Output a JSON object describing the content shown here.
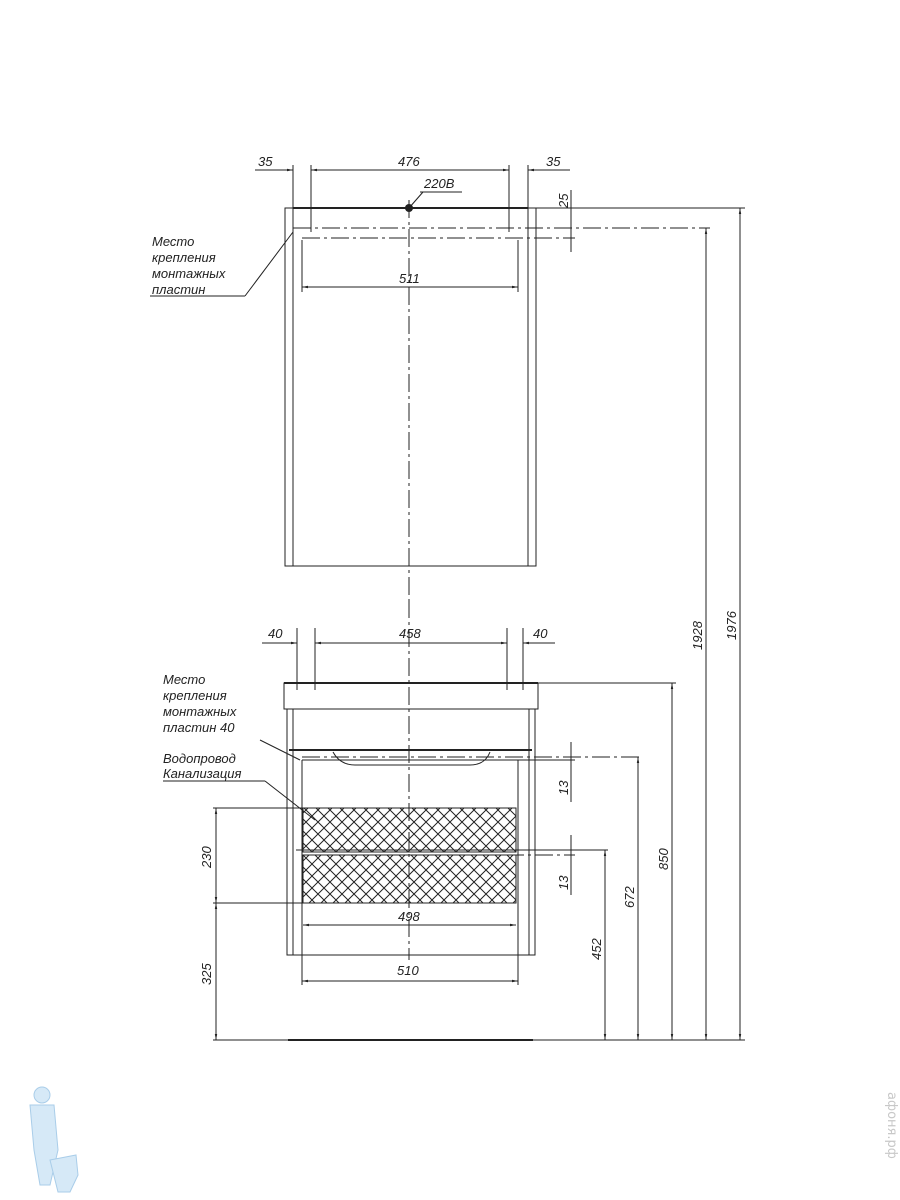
{
  "mirror": {
    "dims": {
      "left_margin": "35",
      "width_inner": "476",
      "right_margin": "35",
      "mount_width": "511",
      "top_offset": "25"
    },
    "power_label": "220В",
    "note": [
      "Место",
      "крепления",
      "монтажных",
      "пластин"
    ]
  },
  "cabinet": {
    "dims": {
      "left_margin": "40",
      "width_inner": "458",
      "right_margin": "40",
      "pipe_gap_top": "13",
      "pipe_gap_bottom": "13",
      "inner_width": "498",
      "outer_width": "510",
      "pipe_zone_height": "230",
      "pipe_zone_floor": "325"
    },
    "mount_note": [
      "Место",
      "крепления",
      "монтажных",
      "пластин 40"
    ],
    "pipes_note": [
      "Водопровод",
      "Канализация"
    ]
  },
  "heights": {
    "h452": "452",
    "h672": "672",
    "h850": "850",
    "h1928": "1928",
    "h1976": "1976"
  },
  "watermark": "афоня.рф",
  "colors": {
    "line": "#222222",
    "logo": "#b9d9f0"
  }
}
